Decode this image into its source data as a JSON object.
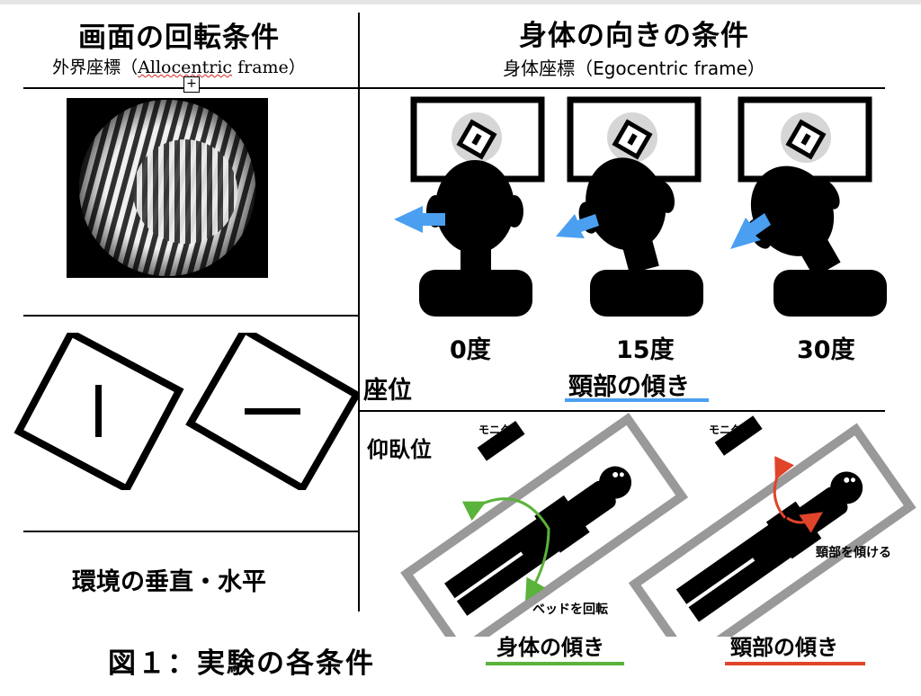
{
  "left_column": {
    "title": "画面の回転条件",
    "subtitle_prefix": "外界座標（",
    "subtitle_term": "Allocentric",
    "subtitle_suffix": " frame）",
    "plus_glyph": "+",
    "env_label": "環境の垂直・水平"
  },
  "right_column": {
    "title": "身体の向きの条件",
    "subtitle": "身体座標（Egocentric frame）",
    "angles": [
      "0度",
      "15度",
      "30度"
    ],
    "seated_label": "座位",
    "neck_tilt_label": "頸部の傾き",
    "supine_label": "仰臥位",
    "monitor_label_1": "モニタ",
    "monitor_label_2": "モニタ",
    "bed_rotate_label": "ベッドを回転",
    "tilt_neck_label": "頸部を傾ける",
    "body_tilt_caption": "身体の傾き",
    "neck_tilt_caption": "頸部の傾き"
  },
  "figure_caption": "図１：実験の各条件",
  "colors": {
    "blue_arrow": "#4a9ff0",
    "green_arrow": "#5ab33a",
    "red_arrow": "#e0442a",
    "gray_frame": "#999999"
  }
}
